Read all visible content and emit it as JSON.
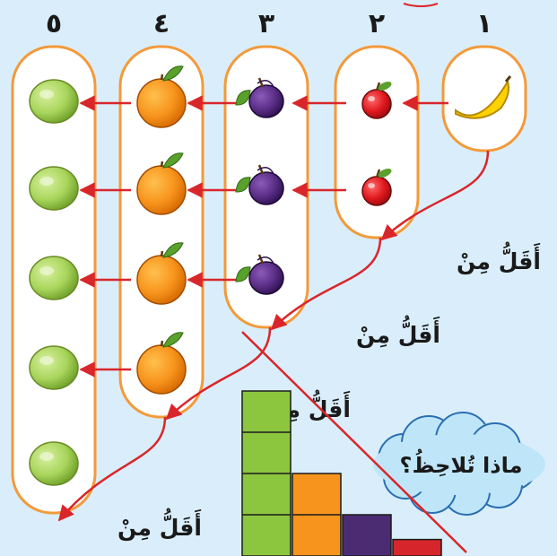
{
  "chart_data": {
    "type": "bar",
    "categories": [
      "١",
      "٢",
      "٣",
      "٤",
      "٥"
    ],
    "values": [
      1,
      2,
      3,
      4,
      5
    ],
    "fruits": [
      "banana",
      "apple",
      "plum",
      "orange",
      "lime"
    ],
    "comparison_labels": [
      "أَقَلُّ مِنْ",
      "أَقَلُّ مِنْ",
      "أَقَلُّ مِنْ",
      "أَقَلُّ مِنْ"
    ],
    "question": "ماذا تُلاحِظُ؟",
    "staircase": {
      "values": [
        4,
        2,
        1,
        0.4
      ],
      "colors": [
        "#8cc63f",
        "#f7941d",
        "#4b2c73",
        "#d7262b"
      ]
    }
  }
}
